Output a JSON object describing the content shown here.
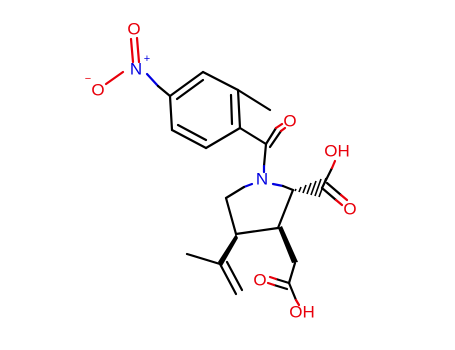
{
  "molecule": {
    "labels": {
      "nitro_o_top": "O",
      "nitro_n": "N",
      "nitro_n_charge": "+",
      "nitro_o_left": "O",
      "nitro_o_left_charge": "−",
      "carbonyl_o": "O",
      "ring_n": "N",
      "acid1_oh": "OH",
      "acid1_o": "O",
      "acid2_o": "O",
      "acid2_oh": "OH"
    },
    "colors": {
      "oxygen": "#e8000b",
      "nitrogen": "#0000e0",
      "carbon_bond": "#000000",
      "background": "#ffffff"
    }
  }
}
